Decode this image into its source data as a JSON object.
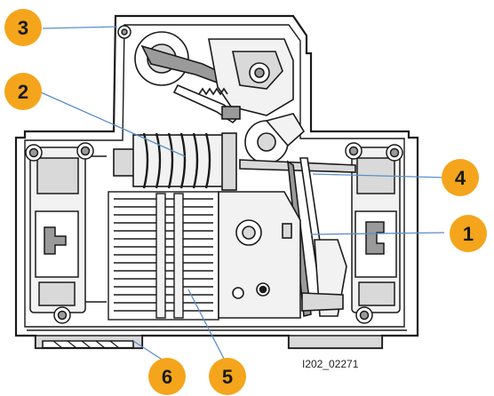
{
  "callouts": [
    {
      "number": "1",
      "color": "#F4A51C"
    },
    {
      "number": "2",
      "color": "#F4A51C"
    },
    {
      "number": "3",
      "color": "#F4A51C"
    },
    {
      "number": "4",
      "color": "#F4A51C"
    },
    {
      "number": "5",
      "color": "#F4A51C"
    },
    {
      "number": "6",
      "color": "#F4A51C"
    }
  ],
  "reference_code": "I202_02271",
  "colors": {
    "outline": "#1a1a1a",
    "fill_light": "#f2f2f2",
    "fill_mid": "#d9d9d9",
    "fill_dark": "#9a9a9a",
    "leader_line": "#5a8fc8",
    "callout": "#F4A51C"
  }
}
